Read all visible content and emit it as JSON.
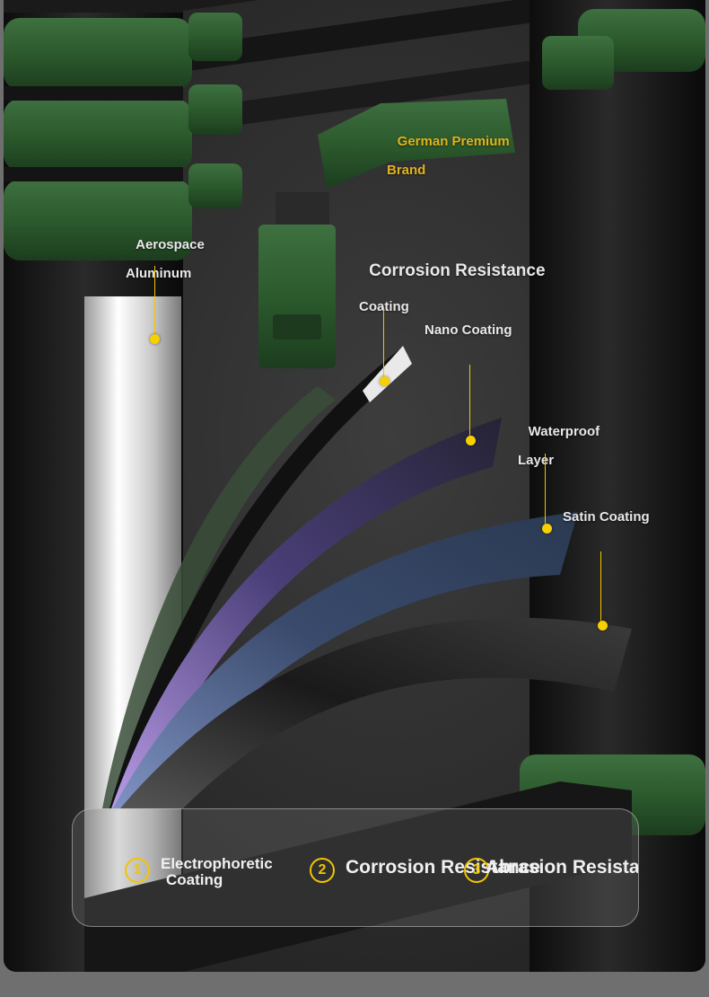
{
  "labels": {
    "brand": {
      "line1": "German Premium",
      "line2": "Brand"
    },
    "aluminum": {
      "line1": "Aerospace",
      "line2": "Aluminum"
    },
    "corrosion": {
      "line1": "Corrosion Resistance",
      "line2": "Coating"
    },
    "nano": "Nano Coating",
    "waterproof": {
      "line1": "Waterproof",
      "line2": "Layer"
    },
    "satin": "Satin Coating"
  },
  "features": [
    {
      "number": "1",
      "line1": "Electrophoretic",
      "line2": "Coating"
    },
    {
      "number": "2",
      "text": "Corrosion Resistance"
    },
    {
      "number": "3",
      "text": "Abrasion Resistance"
    }
  ],
  "colors": {
    "accent": "#f2c500",
    "gold_text": "#e0b41a",
    "frame_green": "#2f5a2f"
  }
}
